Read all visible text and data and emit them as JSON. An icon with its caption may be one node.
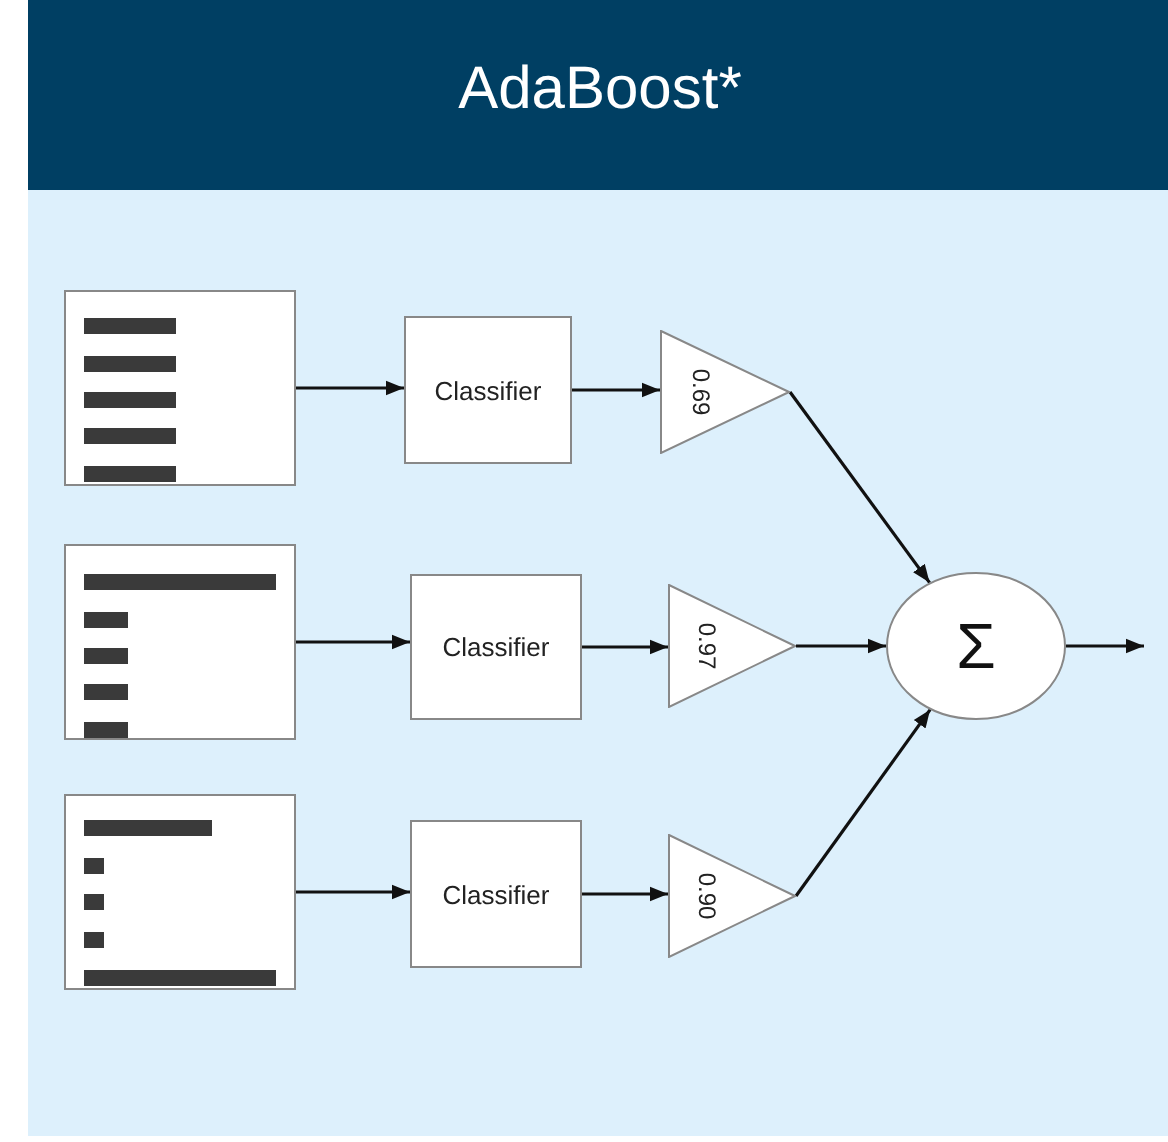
{
  "diagram": {
    "title": "AdaBoost*",
    "nodes": [
      {
        "text": [],
        "shape": "box"
      },
      {
        "text": [
          "Classifier"
        ]
      },
      {
        "text": [
          "0.69"
        ]
      },
      {
        "text": [],
        "shape": "box"
      },
      {
        "text": [
          "Classifier"
        ]
      },
      {
        "text": [
          "0.97"
        ]
      },
      {
        "text": [],
        "shape": "box"
      },
      {
        "text": [
          "Classifier"
        ]
      },
      {
        "text": [
          "0.90"
        ]
      },
      {
        "text": [
          "Σ"
        ]
      }
    ],
    "edges": [
      {
        "from": 0,
        "to": 1,
        "arrow": "to"
      },
      {
        "from": 1,
        "to": 2,
        "arrow": "to"
      },
      {
        "from": 2,
        "to": 9,
        "arrow": "to"
      },
      {
        "from": 3,
        "to": 4,
        "arrow": "to"
      },
      {
        "from": 4,
        "to": 5,
        "arrow": "to"
      },
      {
        "from": 5,
        "to": 9,
        "arrow": "to"
      },
      {
        "from": 6,
        "to": 7,
        "arrow": "to"
      },
      {
        "from": 7,
        "to": 8,
        "arrow": "to"
      },
      {
        "from": 8,
        "to": 9,
        "arrow": "to"
      },
      {
        "from": 9,
        "to": null,
        "arrow": "to"
      }
    ]
  }
}
